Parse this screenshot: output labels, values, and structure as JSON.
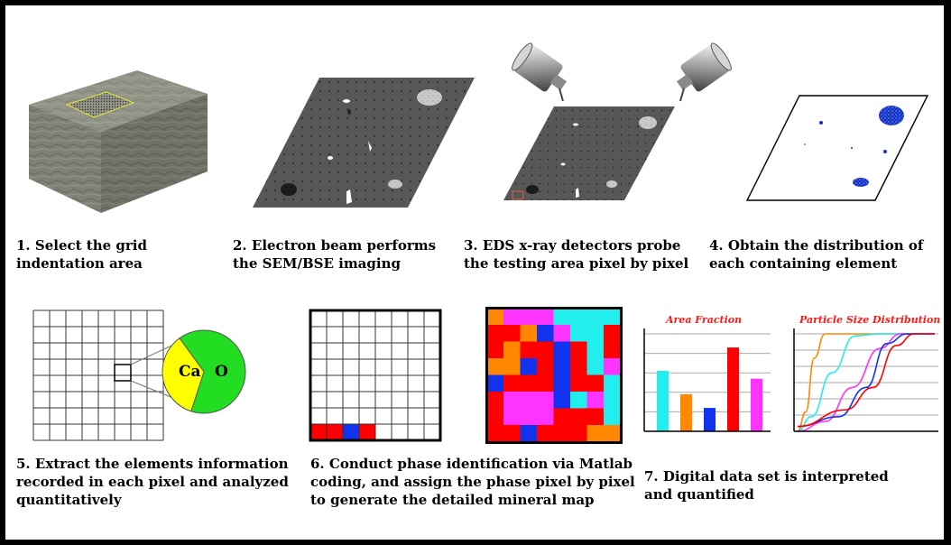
{
  "captions": {
    "step1": "1. Select the grid\nindentation area",
    "step2": "2. Electron beam performs\nthe SEM/BSE imaging",
    "step3": "3. EDS x-ray detectors probe\nthe testing area pixel by pixel",
    "step4": "4. Obtain the distribution of\neach containing element",
    "step5": "5. Extract the elements information\nrecorded in each pixel and analyzed\nquantitatively",
    "step6": "6. Conduct phase identification via Matlab\ncoding, and assign the phase pixel by pixel\nto generate the detailed mineral map",
    "step7": "7. Digital data set is interpreted\nand quantified"
  },
  "pie": {
    "label_ca": "Ca",
    "label_o": "O",
    "ca_fraction": 0.35,
    "color_ca": "#ffff00",
    "color_o": "#22dd22"
  },
  "phase_colors": {
    "red": "#ff0000",
    "magenta": "#ff33ff",
    "orange": "#ff8800",
    "blue": "#1133ee",
    "cyan": "#22eeee",
    "grid_first_row": [
      "red",
      "red",
      "blue",
      "red"
    ]
  },
  "chart_data": [
    {
      "type": "bar",
      "title": "Area Fraction",
      "categories": [
        "cyan",
        "orange",
        "blue",
        "red",
        "magenta"
      ],
      "values": [
        0.62,
        0.38,
        0.24,
        0.86,
        0.54
      ],
      "colors": [
        "#22eeee",
        "#ff8800",
        "#1133ee",
        "#ff0000",
        "#ff33ff"
      ],
      "ylim": [
        0,
        1
      ],
      "grid": true
    },
    {
      "type": "line",
      "title": "Particle Size Distribution",
      "series": [
        {
          "color": "#ff8800",
          "values": [
            [
              0,
              0
            ],
            [
              0.06,
              0.2
            ],
            [
              0.12,
              0.75
            ],
            [
              0.2,
              1
            ],
            [
              0.6,
              1
            ],
            [
              1,
              1
            ]
          ]
        },
        {
          "color": "#22eeee",
          "values": [
            [
              0,
              0
            ],
            [
              0.1,
              0.15
            ],
            [
              0.25,
              0.6
            ],
            [
              0.42,
              0.98
            ],
            [
              0.6,
              1
            ],
            [
              1,
              1
            ]
          ]
        },
        {
          "color": "#ff33ff",
          "values": [
            [
              0,
              0
            ],
            [
              0.2,
              0.1
            ],
            [
              0.4,
              0.45
            ],
            [
              0.6,
              0.85
            ],
            [
              0.75,
              1
            ],
            [
              1,
              1
            ]
          ]
        },
        {
          "color": "#1133ee",
          "values": [
            [
              0,
              0.05
            ],
            [
              0.3,
              0.15
            ],
            [
              0.5,
              0.45
            ],
            [
              0.65,
              0.9
            ],
            [
              0.8,
              1
            ],
            [
              1,
              1
            ]
          ]
        },
        {
          "color": "#ff0000",
          "values": [
            [
              0,
              0.05
            ],
            [
              0.35,
              0.22
            ],
            [
              0.55,
              0.45
            ],
            [
              0.72,
              0.88
            ],
            [
              0.85,
              1
            ],
            [
              1,
              1
            ]
          ]
        }
      ],
      "ylim": [
        0,
        1
      ],
      "grid": true
    }
  ]
}
